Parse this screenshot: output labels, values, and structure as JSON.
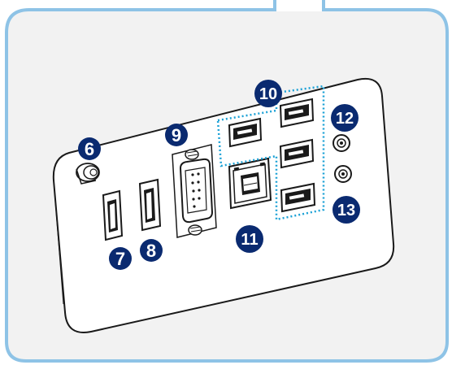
{
  "colors": {
    "frame_fill": "#f2f2f2",
    "frame_border": "#8ec3e6",
    "callout_fill": "#0a2a70",
    "callout_text": "#ffffff",
    "highlight_dots": "#1ba1d6",
    "panel_stroke": "#1a1a1a"
  },
  "callouts": [
    {
      "id": "6",
      "label": "6"
    },
    {
      "id": "7",
      "label": "7"
    },
    {
      "id": "8",
      "label": "8"
    },
    {
      "id": "9",
      "label": "9"
    },
    {
      "id": "10",
      "label": "10"
    },
    {
      "id": "11",
      "label": "11"
    },
    {
      "id": "12",
      "label": "12"
    },
    {
      "id": "13",
      "label": "13"
    }
  ],
  "icons": {
    "antenna": "antenna-connector-icon",
    "hdmi": "hdmi-port-icon",
    "displayport": "displayport-icon",
    "serial": "serial-com-port-icon",
    "usb": "usb-port-icon",
    "lan": "lan-port-icon",
    "audio_out": "audio-out-jack-icon",
    "audio_in": "audio-in-jack-icon"
  }
}
